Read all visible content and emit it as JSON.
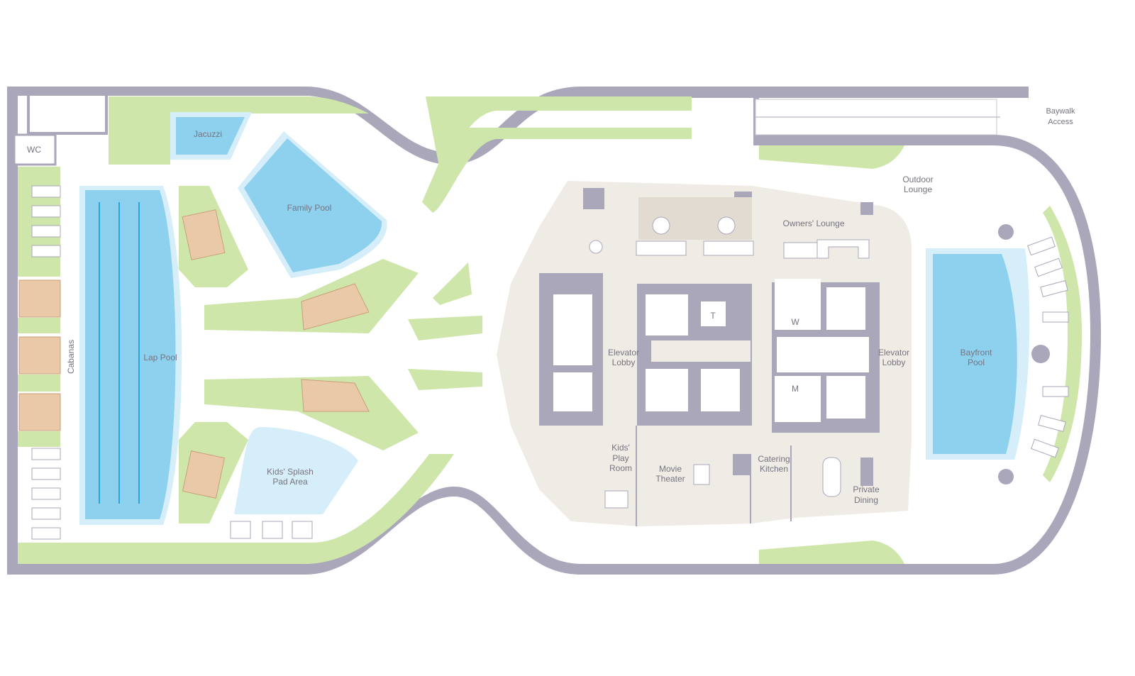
{
  "plan": {
    "colors": {
      "wall": "#a9a7b9",
      "landscape": "#cfe6ab",
      "pool": "#8ed1ef",
      "pool_rim": "#d6eef9",
      "interior": "#efebe5"
    },
    "labels": {
      "wc": "WC",
      "jacuzzi": "Jacuzzi",
      "family_pool": "Family Pool",
      "lap_pool": "Lap Pool",
      "cabanas": "Cabanas",
      "kids_splash_1": "Kids' Splash",
      "kids_splash_2": "Pad Area",
      "elevator_lobby_left_1": "Elevator",
      "elevator_lobby_left_2": "Lobby",
      "elevator_lobby_right_1": "Elevator",
      "elevator_lobby_right_2": "Lobby",
      "t": "T",
      "w": "W",
      "m": "M",
      "owners_lounge": "Owners' Lounge",
      "kids_play_1": "Kids'",
      "kids_play_2": "Play",
      "kids_play_3": "Room",
      "movie_1": "Movie",
      "movie_2": "Theater",
      "catering_1": "Catering",
      "catering_2": "Kitchen",
      "private_dining_1": "Private",
      "private_dining_2": "Dining",
      "outdoor_lounge_1": "Outdoor",
      "outdoor_lounge_2": "Lounge",
      "bayfront_pool_1": "Bayfront",
      "bayfront_pool_2": "Pool",
      "baywalk_1": "Baywalk",
      "baywalk_2": "Access"
    }
  }
}
